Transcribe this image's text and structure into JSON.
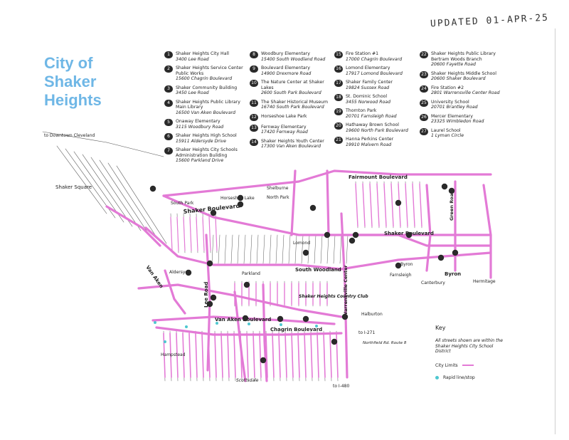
{
  "updated": "UPDATED 01-APR-25",
  "title_lines": [
    "City of",
    "Shaker",
    "Heights"
  ],
  "legend": [
    {
      "n": "1",
      "name": "Shaker Heights City Hall",
      "addr": "3400 Lee Road"
    },
    {
      "n": "2",
      "name": "Shaker Heights Service Center Public Works",
      "addr": "15600 Chagrin Boulevard"
    },
    {
      "n": "3",
      "name": "Shaker Community Building",
      "addr": "3450 Lee Road"
    },
    {
      "n": "4",
      "name": "Shaker Heights Public Library Main Library",
      "addr": "16500 Van Aken Boulevard"
    },
    {
      "n": "5",
      "name": "Onaway Elementary",
      "addr": "3115 Woodbury Road"
    },
    {
      "n": "6",
      "name": "Shaker Heights High School",
      "addr": "15911 Aldersyde Drive"
    },
    {
      "n": "7",
      "name": "Shaker Heights City Schools Administration Building",
      "addr": "15600 Parkland Drive"
    },
    {
      "n": "8",
      "name": "Woodbury Elementary",
      "addr": "15400 South Woodland Road"
    },
    {
      "n": "9",
      "name": "Boulevard Elementary",
      "addr": "14900 Drexmore Road"
    },
    {
      "n": "10",
      "name": "The Nature Center at Shaker Lakes",
      "addr": "2600 South Park Boulevard"
    },
    {
      "n": "11",
      "name": "The Shaker Historical Museum",
      "addr": "16740 South Park Boulevard"
    },
    {
      "n": "12",
      "name": "Horseshoe Lake Park",
      "addr": ""
    },
    {
      "n": "13",
      "name": "Fernway Elementary",
      "addr": "17420 Fernway Road"
    },
    {
      "n": "14",
      "name": "Shaker Heights Youth Center",
      "addr": "17300 Van Aken Boulevard"
    },
    {
      "n": "15",
      "name": "Fire Station #1",
      "addr": "17000 Chagrin Boulevard"
    },
    {
      "n": "16",
      "name": "Lomond Elementary",
      "addr": "17917 Lomond Boulevard"
    },
    {
      "n": "17",
      "name": "Shaker Family Center",
      "addr": "19824 Sussex Road"
    },
    {
      "n": "18",
      "name": "St. Dominic School",
      "addr": "3455 Norwood Road"
    },
    {
      "n": "19",
      "name": "Thornton Park",
      "addr": "20701 Farnsleigh Road"
    },
    {
      "n": "20",
      "name": "Hathaway Brown School",
      "addr": "19600 North Park Boulevard"
    },
    {
      "n": "21",
      "name": "Hanna Perkins Center",
      "addr": "19910 Malvern Road"
    },
    {
      "n": "22",
      "name": "Shaker Heights Public Library Bertram Woods Branch",
      "addr": "20600 Fayette Road"
    },
    {
      "n": "23",
      "name": "Shaker Heights Middle School",
      "addr": "20600 Shaker Boulevard"
    },
    {
      "n": "24",
      "name": "Fire Station #2",
      "addr": "2801 Warrensville Center Road"
    },
    {
      "n": "25",
      "name": "University School",
      "addr": "20701 Brantley Road"
    },
    {
      "n": "26",
      "name": "Mercer Elementary",
      "addr": "23325 Wimbledon Road"
    },
    {
      "n": "27",
      "name": "Laurel School",
      "addr": "1 Lyman Circle"
    }
  ],
  "map_labels": {
    "downtown": "to Downtown Cleveland",
    "shaker_square": "Shaker Square",
    "south_park": "South Park",
    "shaker_blvd": "Shaker Boulevard",
    "south_woodland": "South Woodland",
    "fairmount": "Fairmount Boulevard",
    "shaker_blvd_e": "Shaker Boulevard",
    "van_aken": "Van Aken",
    "van_aken_blvd": "Van Aken Boulevard",
    "chagrin": "Chagrin Boulevard",
    "country_club": "Shaker Heights Country Club",
    "warrensville": "Warrensville Center",
    "lee_road": "Lee Road",
    "horseshoe_lake": "Horseshoe Lake",
    "green_road": "Green Road",
    "parkland": "Parkland",
    "aldersyde": "Aldersyde",
    "i271": "to I-271",
    "i480": "to I-480",
    "northfield": "Northfield Rd. Route 8",
    "shelburne": "Shelburne",
    "north_park": "North Park",
    "byron": "Byron",
    "lomond": "Lomond",
    "farnsleigh": "Farnsleigh",
    "canterbury": "Canterbury",
    "hermitage": "Hermitage",
    "scottsdale": "Scottsdale",
    "halburton": "Halburton",
    "hampstead": "Hampstead"
  },
  "key": {
    "title": "Key",
    "note": "All streets shown are within the Shaker Heights City School District",
    "city_limits": "City Limits",
    "rapid": "Rapid line/stop"
  },
  "colors": {
    "highlight": "#e37ad6",
    "title": "#6fb7e6",
    "rapid": "#4ec7d0",
    "street": "#555555"
  }
}
